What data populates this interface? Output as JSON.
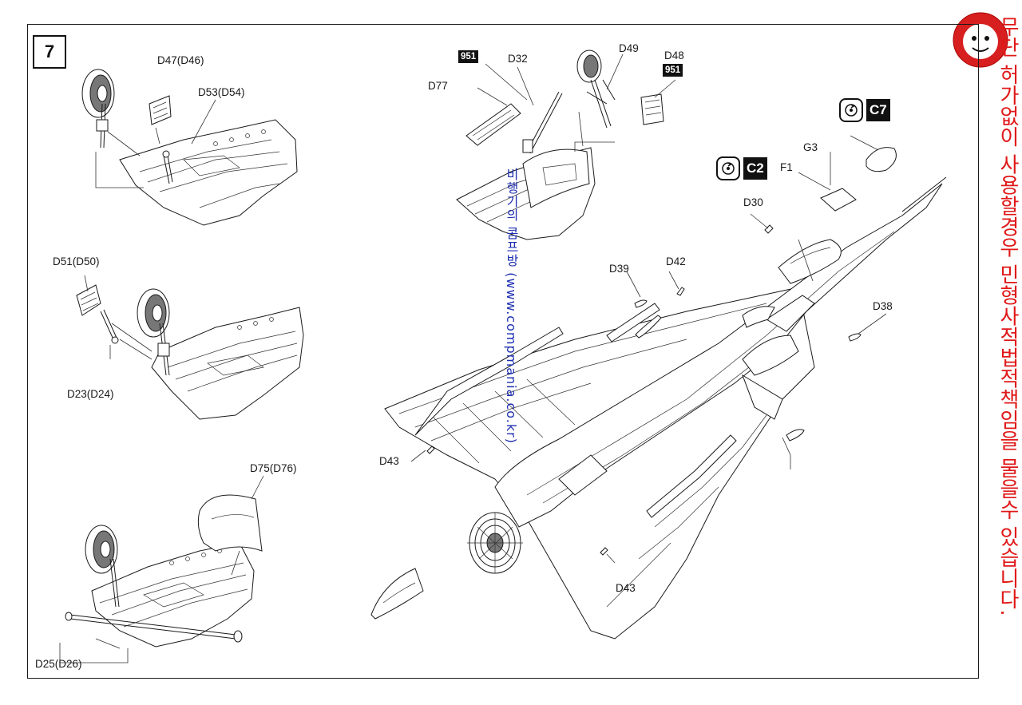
{
  "step": {
    "number": "7"
  },
  "parts": {
    "d47": "D47(D46)",
    "d53": "D53(D54)",
    "d51": "D51(D50)",
    "d23": "D23(D24)",
    "d75": "D75(D76)",
    "d25": "D25(D26)",
    "d77": "D77",
    "d32": "D32",
    "d49": "D49",
    "d48": "D48",
    "g3": "G3",
    "f1": "F1",
    "d30": "D30",
    "d39": "D39",
    "d42": "D42",
    "d38": "D38",
    "d43_left": "D43",
    "d43_bottom": "D43"
  },
  "paints": {
    "paint_951_a": "951",
    "paint_951_b": "951"
  },
  "options": {
    "c7": "C7",
    "c2": "C2"
  },
  "watermark": {
    "blue": "비행기의 콤프방 (www.compmania.co.kr)",
    "red": "무단 허가없이 사용할경우 민형사적법적책임을 물을수 있습니다."
  },
  "colors": {
    "line": "#1a1a1a",
    "watermark_blue": "#1e2fb0",
    "watermark_red": "#e01818"
  }
}
